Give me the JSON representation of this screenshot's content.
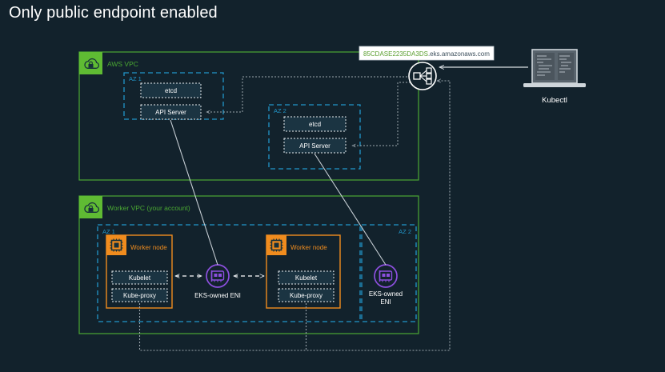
{
  "page": {
    "title": "Only public endpoint enabled",
    "background_color": "#12222c"
  },
  "colors": {
    "vpc_green": "#4aa832",
    "az_blue": "#2196c9",
    "node_orange": "#f08c1e",
    "eni_purple": "#8c4fde",
    "connector_white": "#d8dee3",
    "dotted_gray": "#9aa5ad",
    "text_white": "#ffffff",
    "url_green": "#5a9e2f",
    "url_dark": "#3c4f5c"
  },
  "aws_vpc": {
    "label": "AWS VPC",
    "icon": "vpc-cloud-lock-icon",
    "availability_zones": [
      {
        "label": "AZ 1",
        "components": [
          {
            "label": "etcd"
          },
          {
            "label": "API Server"
          }
        ]
      },
      {
        "label": "AZ 2",
        "components": [
          {
            "label": "etcd"
          },
          {
            "label": "API Server"
          }
        ]
      }
    ]
  },
  "worker_vpc": {
    "label": "Worker VPC (your account)",
    "icon": "vpc-cloud-lock-icon",
    "availability_zones": [
      {
        "label": "AZ 1",
        "worker_node": {
          "label": "Worker node",
          "icon": "chip-icon",
          "components": [
            {
              "label": "Kubelet"
            },
            {
              "label": "Kube-proxy"
            }
          ]
        },
        "eni": {
          "label": "EKS-owned ENI",
          "icon": "network-card-icon"
        }
      },
      {
        "label": "AZ 2",
        "worker_node": {
          "label": "Worker node",
          "icon": "chip-icon",
          "components": [
            {
              "label": "Kubelet"
            },
            {
              "label": "Kube-proxy"
            }
          ]
        },
        "eni": {
          "label": "EKS-owned ENI",
          "label_line1": "EKS-owned",
          "label_line2": "ENI",
          "icon": "network-card-icon"
        }
      }
    ]
  },
  "endpoint": {
    "url_id": "85CDASE2235DA3DS",
    "url_suffix": ".eks.amazonaws.com",
    "icon": "public-endpoint-icon"
  },
  "client": {
    "label": "Kubectl",
    "icon": "laptop-icon"
  }
}
